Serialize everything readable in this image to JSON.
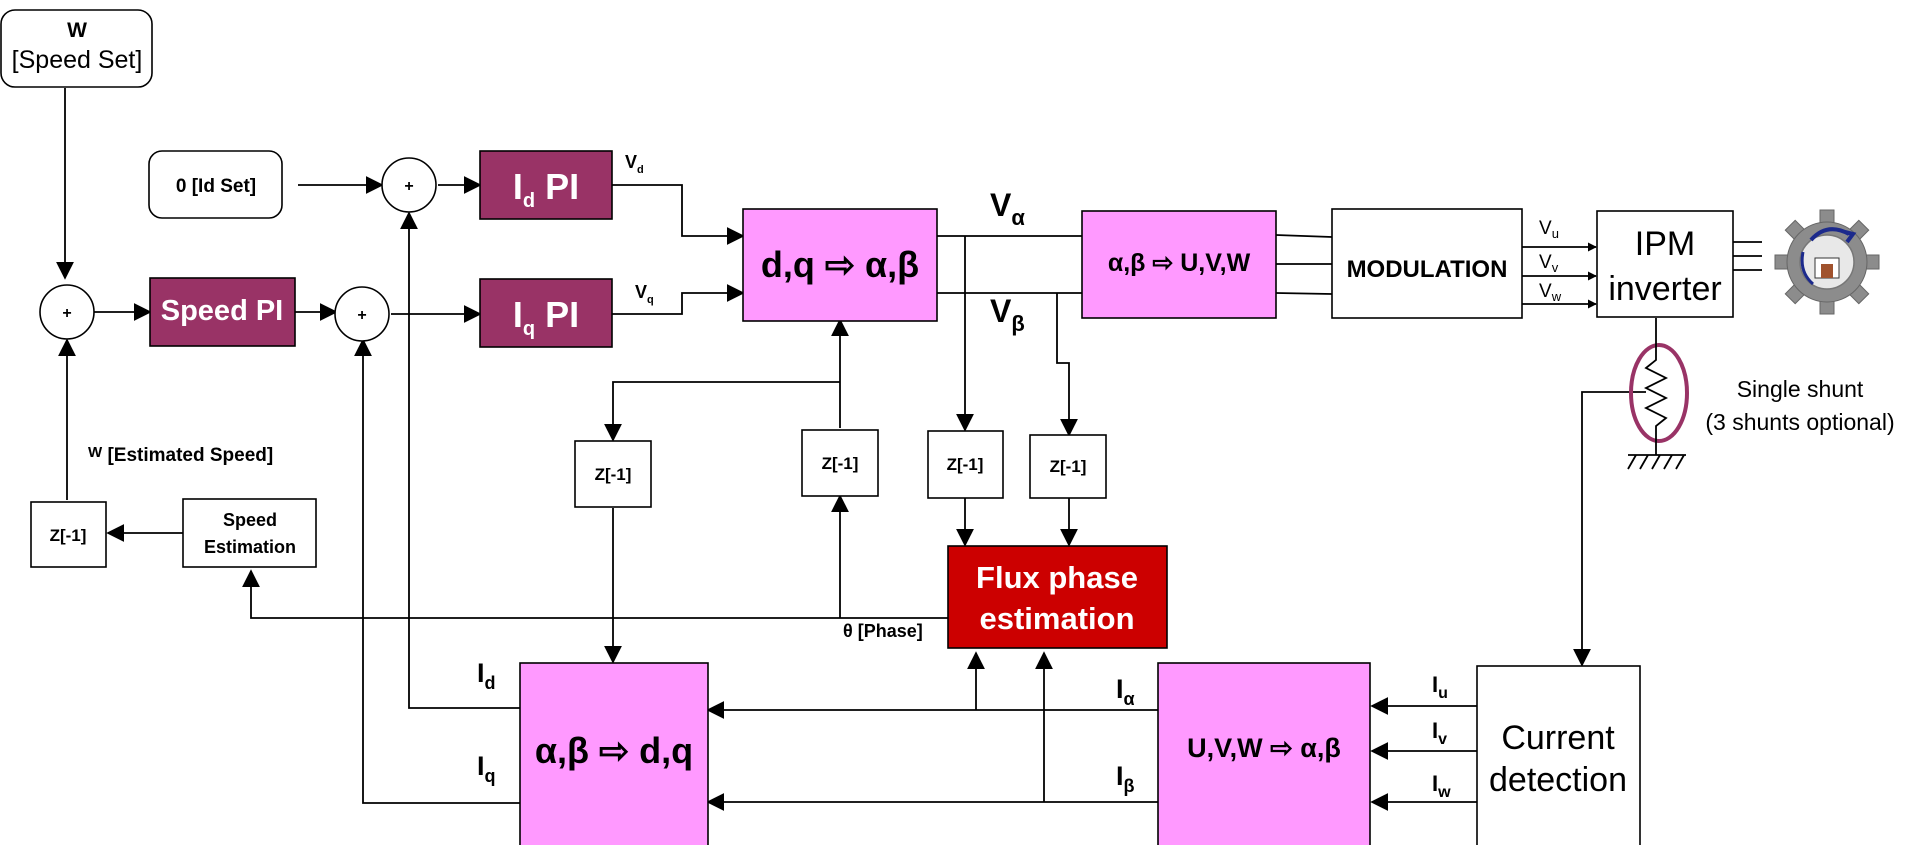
{
  "colors": {
    "pi_block": "#993366",
    "transform_block": "#ff99ff",
    "flux_block": "#cc0000",
    "shunt_ring": "#993366"
  },
  "blocks": {
    "speed_set": {
      "line1": "W",
      "line2": "[Speed Set]"
    },
    "id_set": "0 [Id Set]",
    "id_pi": {
      "main": "I",
      "sub": "d",
      "rest": " PI"
    },
    "iq_pi": {
      "main": "I",
      "sub": "q",
      "rest": " PI"
    },
    "speed_pi": "Speed PI",
    "dq_to_ab": "d,q ⇨ α,β",
    "ab_to_uvw": "α,β ⇨ U,V,W",
    "modulation": "MODULATION",
    "ipm_inverter": {
      "line1": "IPM",
      "line2": "inverter"
    },
    "flux_phase": {
      "line1": "Flux phase",
      "line2": "estimation"
    },
    "ab_to_dq": "α,β ⇨ d,q",
    "uvw_to_ab": "U,V,W ⇨ α,β",
    "current_detection": {
      "line1": "Current",
      "line2": "detection"
    },
    "speed_estimation": {
      "line1": "Speed",
      "line2": "Estimation"
    },
    "delay": "Z[-1]",
    "sum": "+"
  },
  "labels": {
    "vd": {
      "main": "V",
      "sub": "d"
    },
    "vq": {
      "main": "V",
      "sub": "q"
    },
    "valpha": {
      "main": "V",
      "sub": "α"
    },
    "vbeta": {
      "main": "V",
      "sub": "β"
    },
    "vu": {
      "main": "V",
      "sub": "u"
    },
    "vv": {
      "main": "V",
      "sub": "v"
    },
    "vw": {
      "main": "V",
      "sub": "w"
    },
    "id": {
      "main": "I",
      "sub": "d"
    },
    "iq": {
      "main": "I",
      "sub": "q"
    },
    "ialpha": {
      "main": "I",
      "sub": "α"
    },
    "ibeta": {
      "main": "I",
      "sub": "β"
    },
    "iu": {
      "main": "I",
      "sub": "u"
    },
    "iv": {
      "main": "I",
      "sub": "v"
    },
    "iw": {
      "main": "I",
      "sub": "w"
    },
    "estimated_speed": {
      "w": "W",
      "rest": " [Estimated Speed]"
    },
    "phase": "θ [Phase]",
    "single_shunt": "Single shunt",
    "shunts_optional": "(3 shunts optional)"
  },
  "icons": {
    "motor": "motor-gear-icon",
    "shunt": "shunt-resistor-icon",
    "ground": "ground-icon"
  }
}
